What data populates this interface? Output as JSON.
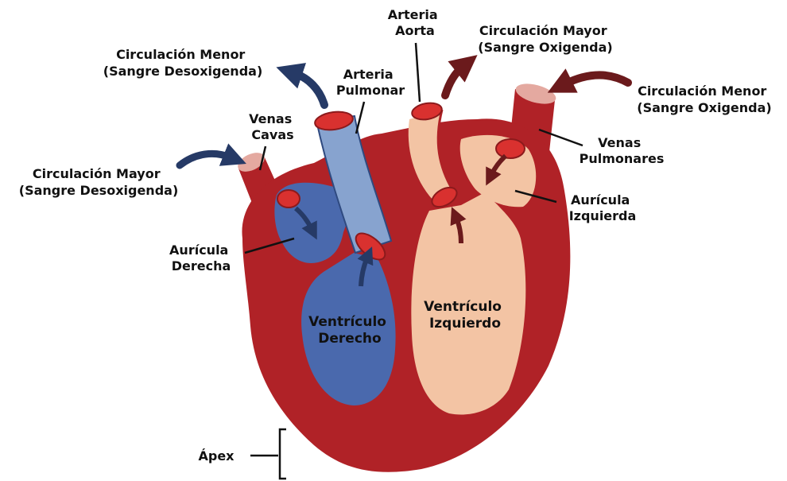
{
  "colors": {
    "heart_red": "#b02227",
    "deoxygenated_blue": "#4a69ad",
    "pulmonary_light_blue": "#87a3cf",
    "oxygenated_peach": "#f3c4a4",
    "valve_red": "#d9312f",
    "blue_arrow": "#263a66",
    "red_arrow": "#6b1a1c"
  },
  "labels": {
    "circ_menor_desox": {
      "line1": "Circulación Menor",
      "line2": "(Sangre Desoxigenda)"
    },
    "arteria_pulmonar": {
      "line1": "Arteria",
      "line2": "Pulmonar"
    },
    "arteria_aorta": {
      "line1": "Arteria",
      "line2": "Aorta"
    },
    "circ_mayor_oxig": {
      "line1": "Circulación Mayor",
      "line2": "(Sangre Oxigenda)"
    },
    "circ_menor_oxig": {
      "line1": "Circulación Menor",
      "line2": "(Sangre Oxigenda)"
    },
    "venas_cavas": {
      "line1": "Venas",
      "line2": "Cavas"
    },
    "circ_mayor_desox": {
      "line1": "Circulación Mayor",
      "line2": "(Sangre Desoxigenda)"
    },
    "venas_pulmonares": {
      "line1": "Venas",
      "line2": "Pulmonares"
    },
    "auricula_izquierda": {
      "line1": "Aurícula",
      "line2": "Izquierda"
    },
    "auricula_derecha": {
      "line1": "Aurícula",
      "line2": "Derecha"
    },
    "ventriculo_izquierdo": {
      "line1": "Ventrículo",
      "line2": "Izquierdo"
    },
    "ventriculo_derecho": {
      "line1": "Ventrículo",
      "line2": "Derecho"
    },
    "apex": "Ápex"
  }
}
